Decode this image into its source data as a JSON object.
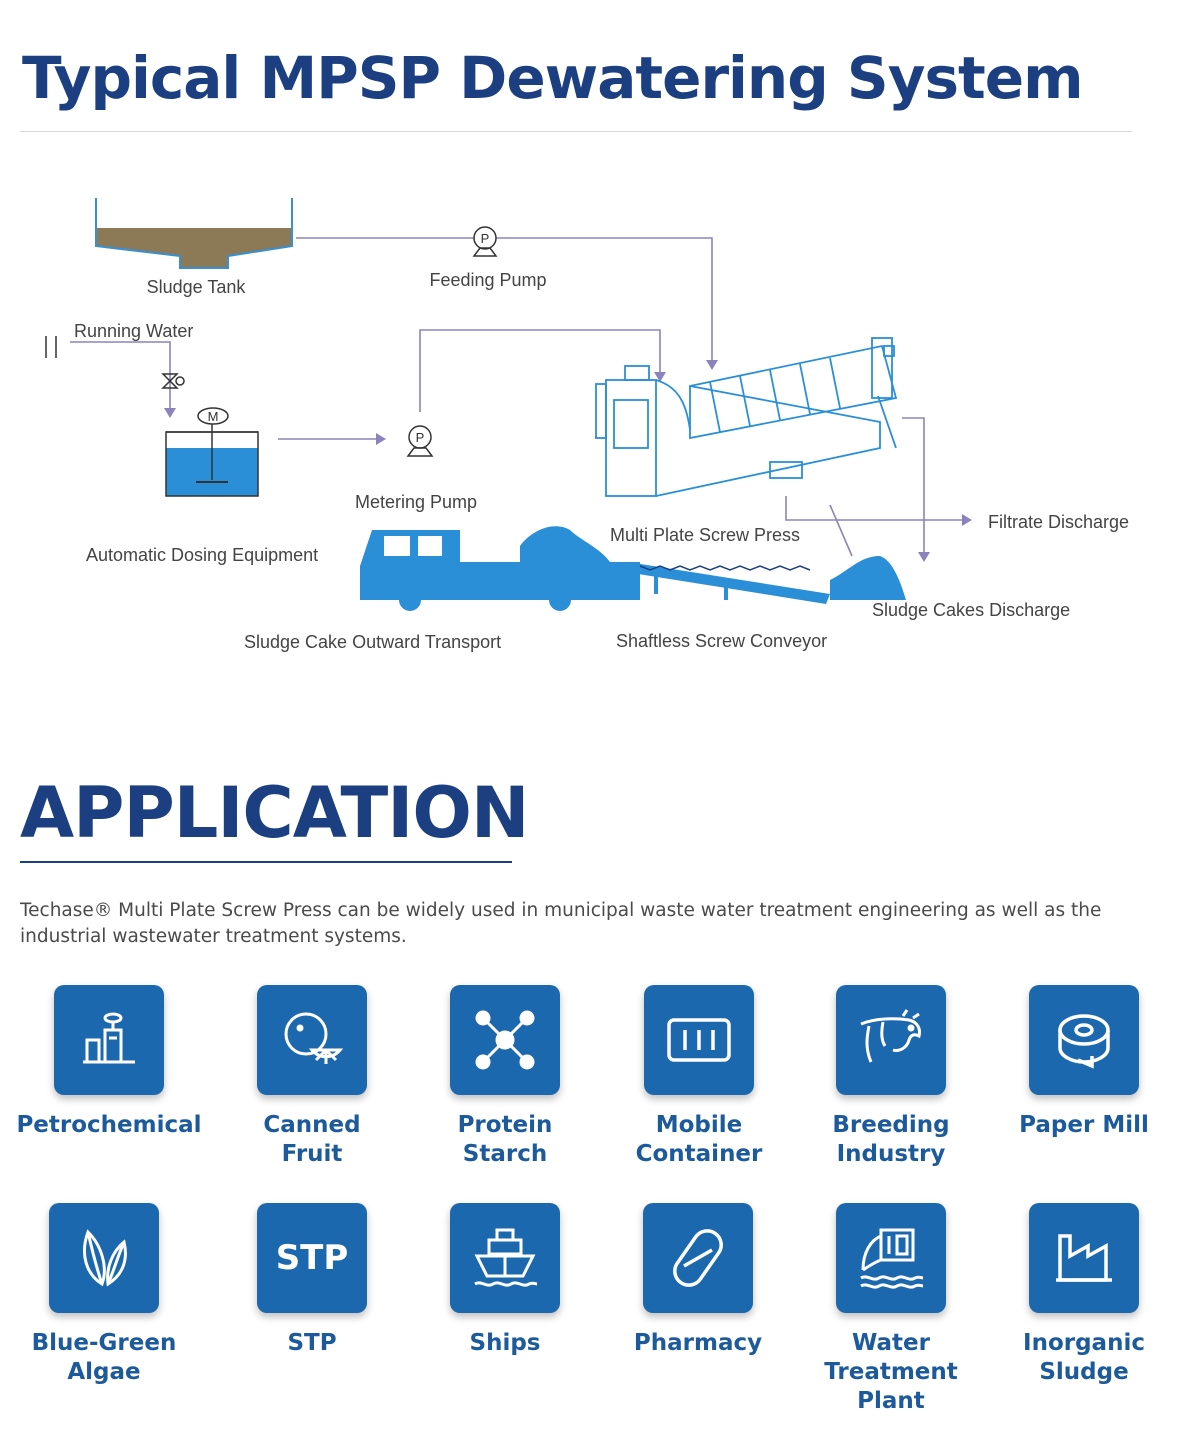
{
  "header": {
    "title": "Typical MPSP Dewatering System"
  },
  "diagram": {
    "labels": {
      "sludge_tank": "Sludge Tank",
      "feeding_pump": "Feeding Pump",
      "running_water": "Running Water",
      "metering_pump": "Metering Pump",
      "dosing": "Automatic Dosing Equipment",
      "press": "Multi  Plate Screw Press",
      "filtrate": "Filtrate Discharge",
      "cakes": "Sludge Cakes Discharge",
      "transport": "Sludge Cake Outward Transport",
      "conveyor": "Shaftless Screw Conveyor",
      "pump_symbol": "P",
      "motor_symbol": "M"
    }
  },
  "application": {
    "title": "APPLICATION",
    "description": "Techase® Multi Plate Screw Press can be widely used in municipal waste water treatment engineering as well as the industrial wastewater treatment systems.",
    "items": [
      {
        "label": "Petrochemical",
        "icon": "petrochemical-icon"
      },
      {
        "label": "Canned\nFruit",
        "icon": "fruit-icon"
      },
      {
        "label": "Protein\nStarch",
        "icon": "molecule-icon"
      },
      {
        "label": "Mobile\nContainer",
        "icon": "container-icon"
      },
      {
        "label": "Breeding\nIndustry",
        "icon": "cow-icon"
      },
      {
        "label": "Paper Mill",
        "icon": "paper-roll-icon"
      },
      {
        "label": "Blue-Green\nAlgae",
        "icon": "leaves-icon"
      },
      {
        "label": "STP",
        "icon": "stp-icon",
        "icon_text": "STP"
      },
      {
        "label": "Ships",
        "icon": "ship-icon"
      },
      {
        "label": "Pharmacy",
        "icon": "pill-icon"
      },
      {
        "label": "Water Treatment\nPlant",
        "icon": "water-plant-icon"
      },
      {
        "label": "Inorganic\nSludge",
        "icon": "factory-icon"
      }
    ]
  },
  "colors": {
    "brand_blue": "#1b3f80",
    "tile_blue": "#1c68ae",
    "line_purple": "#8c83bc",
    "equipment_blue": "#2a8fd6"
  }
}
